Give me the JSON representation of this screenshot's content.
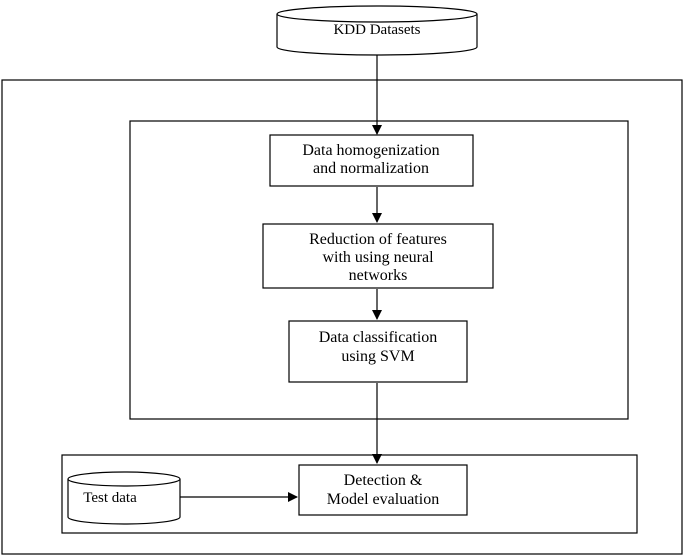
{
  "nodes": {
    "kdd": {
      "label": "KDD Datasets",
      "kind": "database"
    },
    "homogenization": {
      "lines": [
        "Data homogenization",
        "and normalization"
      ],
      "kind": "process"
    },
    "reduction": {
      "lines": [
        "Reduction of features",
        "with using neural",
        "networks"
      ],
      "kind": "process"
    },
    "classification": {
      "lines": [
        "Data classification",
        "using SVM"
      ],
      "kind": "process"
    },
    "test_data": {
      "label": "Test data",
      "kind": "database"
    },
    "detection": {
      "lines": [
        "Detection &",
        "Model evaluation"
      ],
      "kind": "process"
    }
  },
  "edges": [
    {
      "from": "kdd",
      "to": "homogenization"
    },
    {
      "from": "homogenization",
      "to": "reduction"
    },
    {
      "from": "reduction",
      "to": "classification"
    },
    {
      "from": "classification",
      "to": "detection"
    },
    {
      "from": "test_data",
      "to": "detection"
    }
  ]
}
